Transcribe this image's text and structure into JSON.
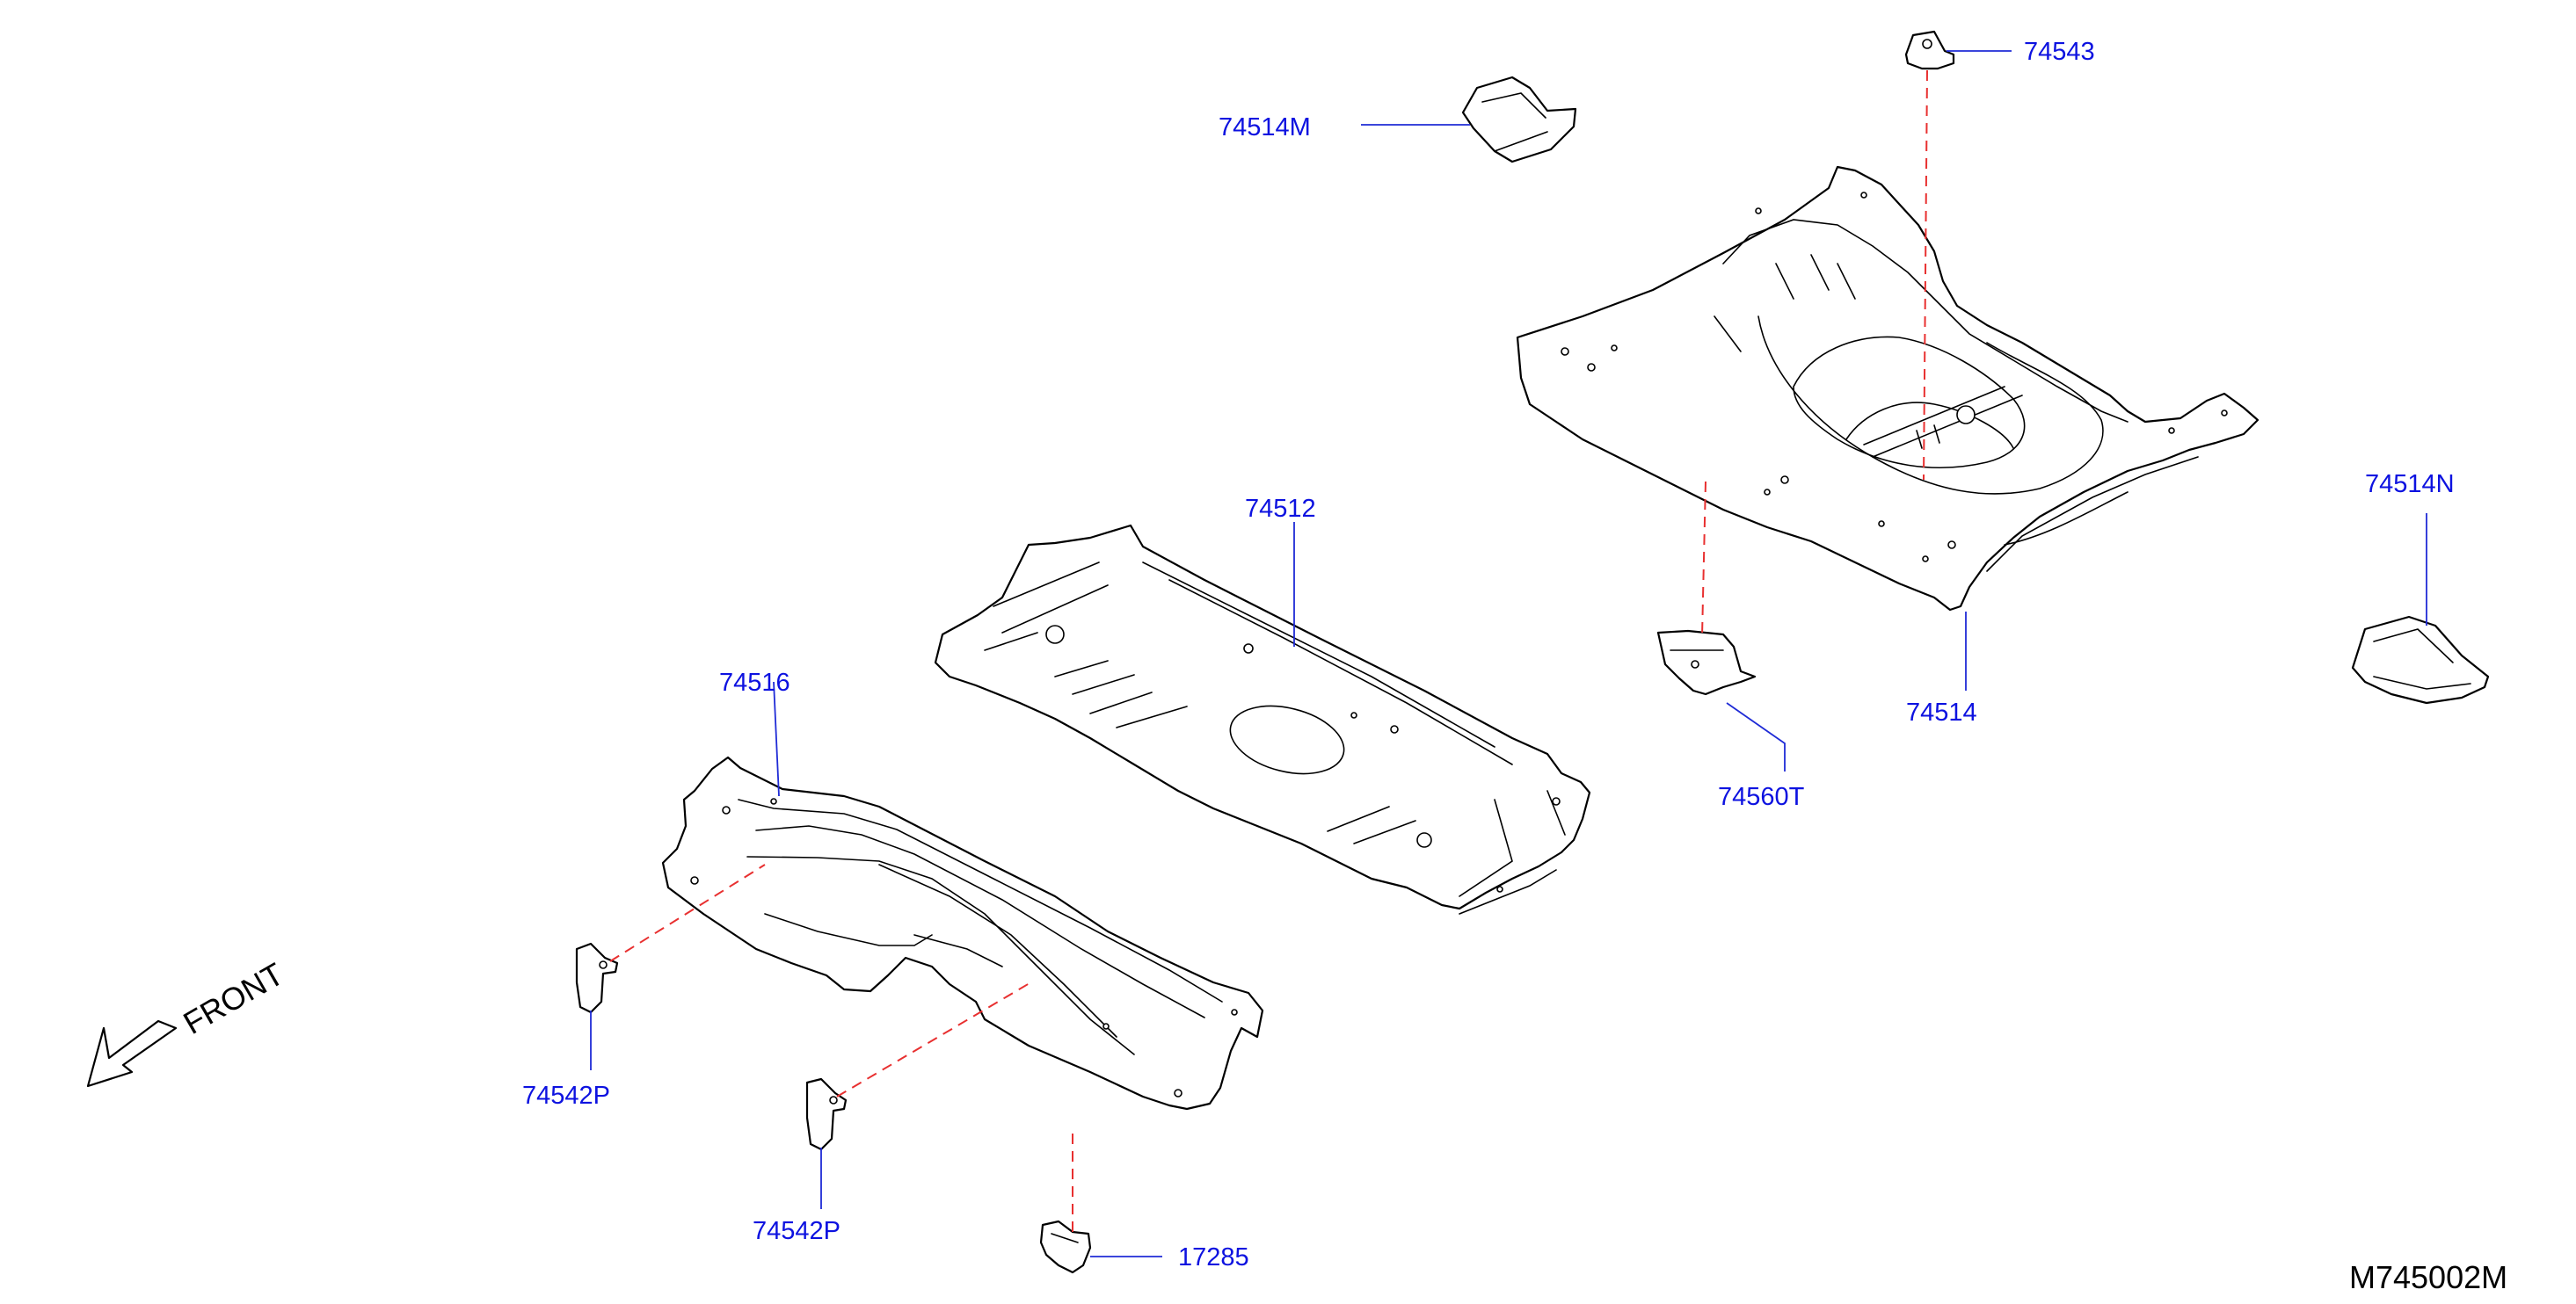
{
  "diagram": {
    "id_label": "M745002M",
    "front_label": "FRONT",
    "colors": {
      "callout": "#0d12e0",
      "leader": "#1f2bd6",
      "dashed": "#e83030",
      "line": "#000000"
    },
    "callouts": {
      "c74514M": "74514M",
      "c74543": "74543",
      "c74512": "74512",
      "c74516": "74516",
      "c74514": "74514",
      "c74514N": "74514N",
      "c74560T": "74560T",
      "c74542P_a": "74542P",
      "c74542P_b": "74542P",
      "c17285": "17285"
    }
  }
}
